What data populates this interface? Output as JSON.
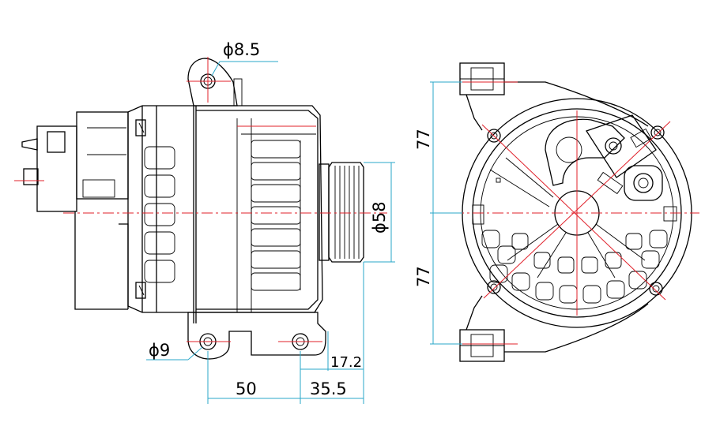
{
  "dimensions": {
    "hole_top_diameter": "ϕ8.5",
    "hole_bottom_diameter": "ϕ9",
    "pulley_diameter": "ϕ58",
    "pulley_offset": "17.2",
    "hole_spacing": "50",
    "pulley_distance": "35.5",
    "mount_upper": "77",
    "mount_lower": "77"
  },
  "colors": {
    "outline": "#000000",
    "centerline": "#e0202a",
    "dimension_line": "#2aa7c9"
  }
}
